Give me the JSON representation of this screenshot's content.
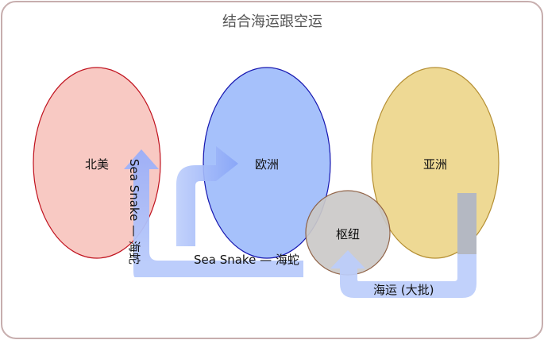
{
  "title": "结合海运跟空运",
  "regions": {
    "north_america": {
      "label": "北美",
      "fill": "#f8c9c3",
      "stroke": "#c0121e"
    },
    "europe": {
      "label": "欧洲",
      "fill": "#a6c1fb",
      "stroke": "#1616b0"
    },
    "asia": {
      "label": "亚洲",
      "fill": "#eed994",
      "stroke": "#b58f33"
    },
    "hub": {
      "label": "枢纽",
      "fill": "#cbc9c8",
      "stroke": "#8a5a3c"
    }
  },
  "routes": {
    "sea_snake_vertical": {
      "label": "Sea Snake — 海蛇"
    },
    "sea_snake_horizontal": {
      "label": "Sea Snake — 海蛇"
    },
    "sea_bulk": {
      "label": "海运 (大批)"
    }
  },
  "colors": {
    "frame_border": "#c7aeae",
    "arrow_blue": "#bccdfb",
    "arrow_blue_dark": "#9aaef8",
    "arrow_grey": "#b4b8c2"
  }
}
